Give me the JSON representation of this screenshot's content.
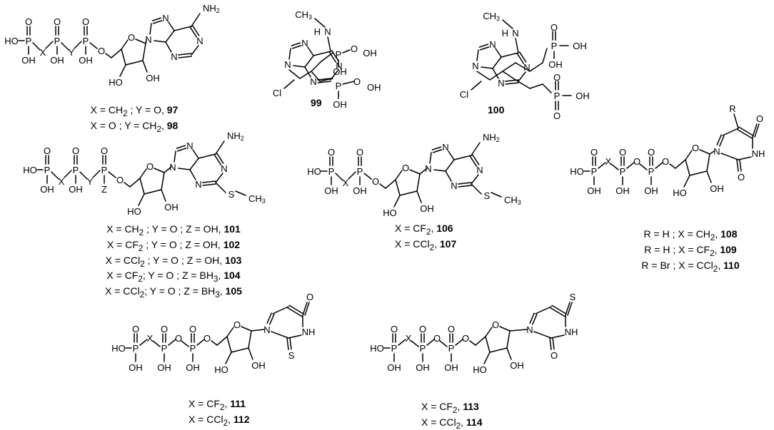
{
  "s97": {
    "lines": [
      {
        "pre": "X = CH",
        "sub": "2",
        "post": " ; Y = O, ",
        "num": "97"
      },
      {
        "pre": "X = O ; Y = CH",
        "sub": "2",
        "post": ", ",
        "num": "98"
      }
    ]
  },
  "s99": {
    "num": "99"
  },
  "s100": {
    "num": "100"
  },
  "s101": {
    "lines": [
      {
        "pre": "X = CH",
        "sub": "2",
        "post": " ; Y = O ; Z = OH, ",
        "num": "101"
      },
      {
        "pre": "X = CF",
        "sub": "2",
        "post": " ; Y = O ; Z = OH, ",
        "num": "102"
      },
      {
        "pre": "X = CCl",
        "sub": "2",
        "post": " ; Y = O ; Z = OH, ",
        "num": "103"
      },
      {
        "pre": "X = CF",
        "sub": "2",
        "post": "; Y = O ; Z = BH",
        "sub2": "3",
        "post2": ", ",
        "num": "104"
      },
      {
        "pre": "X = CCl",
        "sub": "2",
        "post": "; Y = O ; Z = BH",
        "sub2": "3",
        "post2": ", ",
        "num": "105"
      }
    ]
  },
  "s106": {
    "lines": [
      {
        "pre": "X = CF",
        "sub": "2",
        "post": ", ",
        "num": "106"
      },
      {
        "pre": "X = CCl",
        "sub": "2",
        "post": ", ",
        "num": "107"
      }
    ]
  },
  "s108": {
    "lines": [
      {
        "pre": "R = H ; X = CH",
        "sub": "2",
        "post": ", ",
        "num": "108"
      },
      {
        "pre": "R = H ; X = CF",
        "sub": "2",
        "post": ", ",
        "num": "109"
      },
      {
        "pre": "R = Br ; X = CCl",
        "sub": "2",
        "post": ", ",
        "num": "110"
      }
    ]
  },
  "s111": {
    "lines": [
      {
        "pre": "X = CF",
        "sub": "2",
        "post": ", ",
        "num": "111"
      },
      {
        "pre": "X = CCl",
        "sub": "2",
        "post": ", ",
        "num": "112"
      }
    ]
  },
  "s113": {
    "lines": [
      {
        "pre": "X = CF",
        "sub": "2",
        "post": ", ",
        "num": "113"
      },
      {
        "pre": "X = CCl",
        "sub": "2",
        "post": ", ",
        "num": "114"
      }
    ]
  }
}
